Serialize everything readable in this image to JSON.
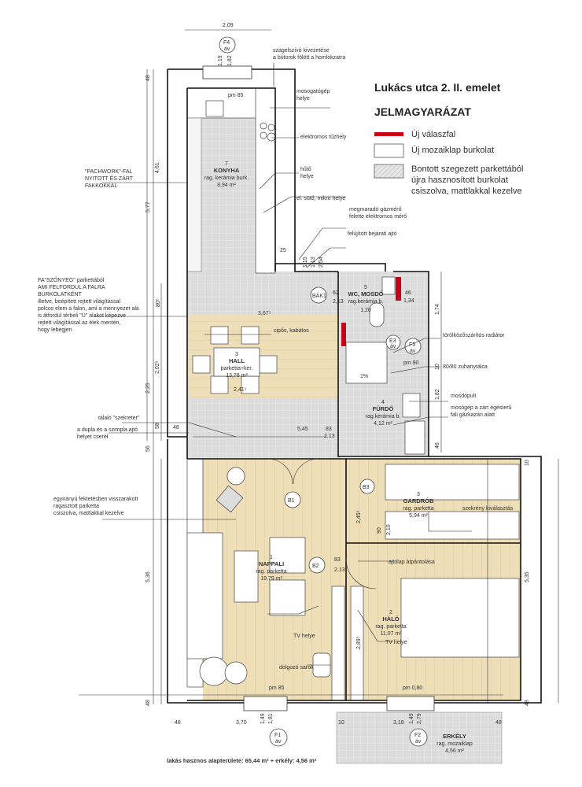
{
  "legend": {
    "address": "Lukács utca 2. II. emelet",
    "title": "JELMAGYARÁZAT",
    "items": [
      {
        "label": "Új válaszfal",
        "color": "#d0021b"
      },
      {
        "label": "Új mozaiklap burkolat",
        "color": "#ffffff"
      },
      {
        "label_lines": [
          "Bontott szegezett parkettából",
          "újra hasznosított burkolat",
          "csiszolva, mattlakkal kezelve"
        ],
        "color": "#d8d8d8"
      }
    ]
  },
  "rooms": {
    "konyha": {
      "num": "7",
      "name": "KONYHA",
      "floor": "rag. kerámia burk.",
      "area": "8,94 m²"
    },
    "hall": {
      "num": "3",
      "name": "HALL",
      "floor": "parketta+ker.",
      "area": "13,78 m²"
    },
    "wc": {
      "num": "5",
      "name": "WC, MOSDÓ",
      "floor": "rag.kerámia b.",
      "area": "1,20"
    },
    "furdo": {
      "num": "4",
      "name": "FÜRDŐ",
      "floor": "rag.kerámia b.",
      "area": "4,12 m²"
    },
    "nappali": {
      "num": "1",
      "name": "NAPPALI",
      "floor": "rag. parketta",
      "area": "19,79 m²"
    },
    "gardrob": {
      "num": "3",
      "name": "GARDRÓB",
      "floor": "rag. parketta",
      "area": "5,94 m²"
    },
    "halo": {
      "num": "2",
      "name": "HÁLÓ",
      "floor": "rag. parketta",
      "area": "11,07 m²"
    },
    "erkely": {
      "name": "ERKÉLY",
      "floor": "rag. mozaiklap",
      "area": "4,56 m²"
    }
  },
  "notes": {
    "szagelszivo": [
      "szagelszívó kivezetése",
      "a bútorok fölött a homlokzatra"
    ],
    "mosogatogep": [
      "mosogatógép",
      "helye"
    ],
    "tuzhely": "elektromos tűzhely",
    "huto": [
      "hűtő",
      "helye"
    ],
    "suto": "el. sütő, mikro helye",
    "gazmero": [
      "megmaradó gázmérő",
      "felette elektromos mérő"
    ],
    "bejarati": "felújított bejárati ajtó",
    "patchwork": [
      "\"PACHWORK\"-FAL",
      "NYITOTT ÉS ZÁRT",
      "FAKKOKKAL"
    ],
    "szonyeg": [
      "FA\"SZŐNYEG\" parkettából",
      "AMI FELFORDUL A FALRA",
      "BURKOLATKÉNT",
      "illetve, beépített rejtett világítással",
      "polcos elem a falon, ami a mennyezet alá",
      "is átfordul térbeli \"U\" alakot képezve",
      "rejtett világítással az élek mentén,",
      "hogy lebegjen"
    ],
    "cipos": "cipős, kabátos",
    "radiator": "törölközőszárítós radiátor",
    "zuhanytalca": "80/80 zuhanytálca",
    "mosdopult": "mosdópult",
    "mosogep": [
      "mosógép a zárt égésterű",
      "fali gázkazán alatt"
    ],
    "talalo": "tálaló \"szekreter\"",
    "ajto": [
      "a dupla és a szimpla ajtó",
      "helyet cseréł"
    ],
    "egyiranyu": [
      "egyirányú fektetésben visszarakott",
      "ragasztott parketta",
      "csiszolva, mattlakkal kezelve"
    ],
    "szekreny": "szekrény kiválasztás",
    "ajtolap": "ajtólap átpántolása",
    "tv1": "TV helye",
    "tv2": "TV helye",
    "dolgozo": "dolgozó sarok",
    "total": "lakás hasznos alapterülete: 65,44 m² + erkély: 4,56 m²"
  },
  "dimensions": {
    "top": "2,09",
    "d119": "1,19",
    "d182": "1,82",
    "d48a": "48",
    "d577": "5,77",
    "d461": "4,61",
    "d80": "80⁵",
    "d225": "2,25",
    "d202": "2,02⁵",
    "d58": "58",
    "d56": "56",
    "d48b": "48",
    "d536": "5,36",
    "d48c": "48",
    "d367": "3,67⁵",
    "d241": "2,41⁵",
    "d545": "5,45",
    "d83a": "83",
    "d213a": "2,13",
    "d62": "62",
    "d213b": "2,13",
    "d46": "46",
    "d134": "1,34",
    "d174": "1,74",
    "d10a": "10",
    "d182b": "1,82",
    "d46b": "46",
    "d10b": "10",
    "d535": "5,35",
    "d48d": "48",
    "d245": "2,45⁵",
    "d90": "90",
    "d210": "2,10",
    "d83b": "83",
    "d213c": "2,13",
    "d289": "2,89⁵",
    "d370": "3,70",
    "d318": "3,18",
    "d48e": "48",
    "d48f": "48",
    "d10c": "10",
    "pm85a": "pm 85",
    "pm90": "pm 90",
    "pm85b": "pm 85",
    "pmb": "pm 0,80",
    "slope": "1%",
    "d113": "1,13",
    "d254": "2,54",
    "d115": "1,15",
    "d25": "25",
    "d149a": "1,49",
    "d181": "1,81",
    "d149b": "1,49",
    "d279": "2,79"
  },
  "markers": {
    "f1": [
      "F1",
      "áv"
    ],
    "f2": [
      "F2",
      "áv"
    ],
    "f3": [
      "F3",
      "áv"
    ],
    "f4": [
      "F4",
      "áv"
    ],
    "e3": [
      "E3",
      "áv"
    ],
    "b1": "B1",
    "b2": "B2",
    "b3": "B3",
    "bk": "BÁK1"
  }
}
